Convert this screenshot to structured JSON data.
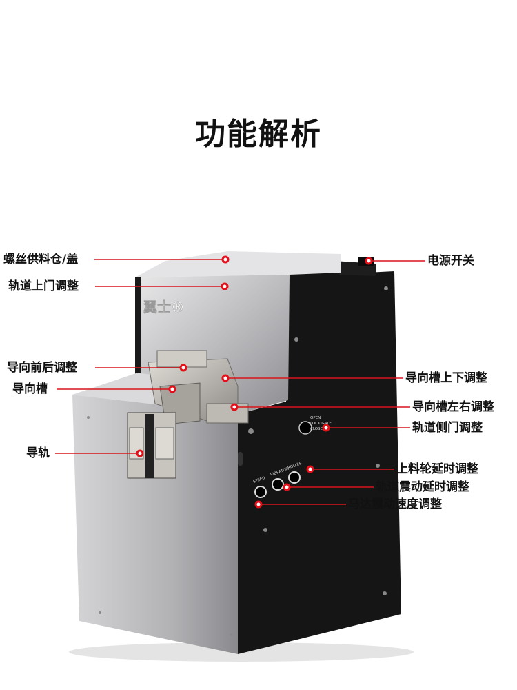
{
  "title": "功能解析",
  "product": {
    "logo": "翼士®",
    "panel": {
      "open": "OPEN",
      "lock_gate": "LOCK GATE",
      "close": "CLOSE",
      "speed": "SPEED",
      "vibrator": "VIBRATOR",
      "roller": "ROLLER"
    }
  },
  "annotations": [
    {
      "label": "螺丝供料仓/盖"
    },
    {
      "label": "轨道上门调整"
    },
    {
      "label": "电源开关"
    },
    {
      "label": "导向前后调整"
    },
    {
      "label": "导向槽"
    },
    {
      "label": "导向槽上下调整"
    },
    {
      "label": "导向槽左右调整"
    },
    {
      "label": "轨道侧门调整"
    },
    {
      "label": "导轨"
    },
    {
      "label": "上料轮延时调整"
    },
    {
      "label": "轨道震动延时调整"
    },
    {
      "label": "马达震动速度调整"
    }
  ],
  "colors": {
    "line": "#d9141b",
    "dot": "#e3101a",
    "body_black": "#141414",
    "body_silver": "#c9c9cb"
  }
}
